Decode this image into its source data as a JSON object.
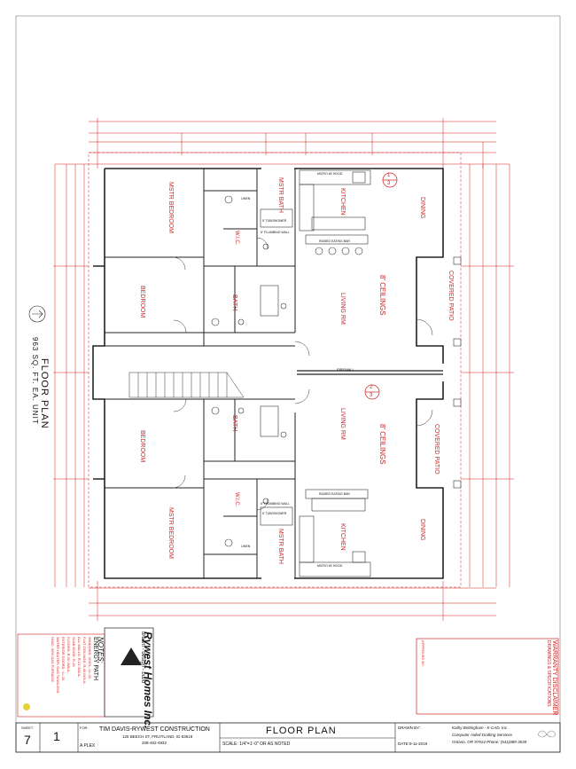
{
  "sheet": {
    "title_vertical": "FLOOR PLAN",
    "subtitle_vertical": "963 SQ. FT. EA. UNIT",
    "bottom_title": "FLOOR PLAN",
    "scale": "SCALE:  1/4\"=1'-0\" OR AS NOTED",
    "sheet_number": "7",
    "sheet_total": "1",
    "project": "A PLEX",
    "for_label": "FOR:",
    "company_name": "TIM DAVIS-RYWEST CONSTRUCTION",
    "company_address": "125 BEECH ST, FRUITLAND, ID 83619",
    "company_phone": "208-452-4932",
    "drawn_by_label": "DRAWN BY:",
    "date_label": "DATE:",
    "date_value": "9-11-2019",
    "drafter_name": "Kathy Brittingham - K-CAD, Inc.",
    "drafter_desc": "Computer Aided Drafting Services",
    "drafter_addr": "Ontario, OR  97914-Phone: (541)889-3539"
  },
  "logo": {
    "brand": "Rywest Homes Inc.",
    "tagline": "dream - design - build"
  },
  "notes": {
    "title": "NOTES:",
    "subtitle": "ENERGY PATH",
    "lines": [
      "WINDOWS: VINYL, U=.30",
      "FLAT CEILINGS: R-49 INSUL.",
      "ALL WALLS: R-21 INSUL.",
      "SLAB EDGE: R-15",
      "FLOORS: R-30 INSUL.",
      "EXTERIOR DOORS: U=.20",
      "WATER HEATER: GAS TANKLESS",
      "HVAC: 96% GAS FURNACE"
    ]
  },
  "warranty": {
    "title": "WARRANTY DISCLAIMER",
    "subtitle": "DRAWINGS & SPECIFICATIONS",
    "approved": "APPROVED BY:"
  },
  "rooms": {
    "upper": {
      "master_bedroom": "MSTR BEDROOM",
      "bedroom": "BEDROOM",
      "wic": "W.I.C.",
      "master_bath": "MSTR BATH",
      "bath": "BATH",
      "kitchen": "KITCHEN",
      "dining": "DINING",
      "living": "LIVING RM",
      "ceilings": "8' CEILINGS",
      "covered_patio": "COVERED PATIO",
      "tub_shower": "5' TUB/SHOWER",
      "raised_bar": "RAISED EATING BAR",
      "plumbing_wall": "6\" PLUMBING WALL",
      "micro": "MICRO W/ HOOD",
      "linen": "LINEN"
    },
    "lower": {
      "master_bedroom": "MSTR BEDROOM",
      "bedroom": "BEDROOM",
      "wic": "W.I.C.",
      "master_bath": "MSTR BATH",
      "bath": "BATH",
      "kitchen": "KITCHEN",
      "dining": "DINING",
      "living": "LIVING RM",
      "ceilings": "8' CEILINGS",
      "covered_patio": "COVERED PATIO",
      "tub_shower": "5' TUB/SHOWER",
      "raised_bar": "RAISED EATING BAR",
      "plumbing_wall": "6\" PLUMBING WALL",
      "micro": "MICRO W/ HOOD",
      "linen": "LINEN"
    },
    "firewall": "FIREWALL",
    "section_1": "1",
    "section_2": "2",
    "section_sheet": "3"
  }
}
